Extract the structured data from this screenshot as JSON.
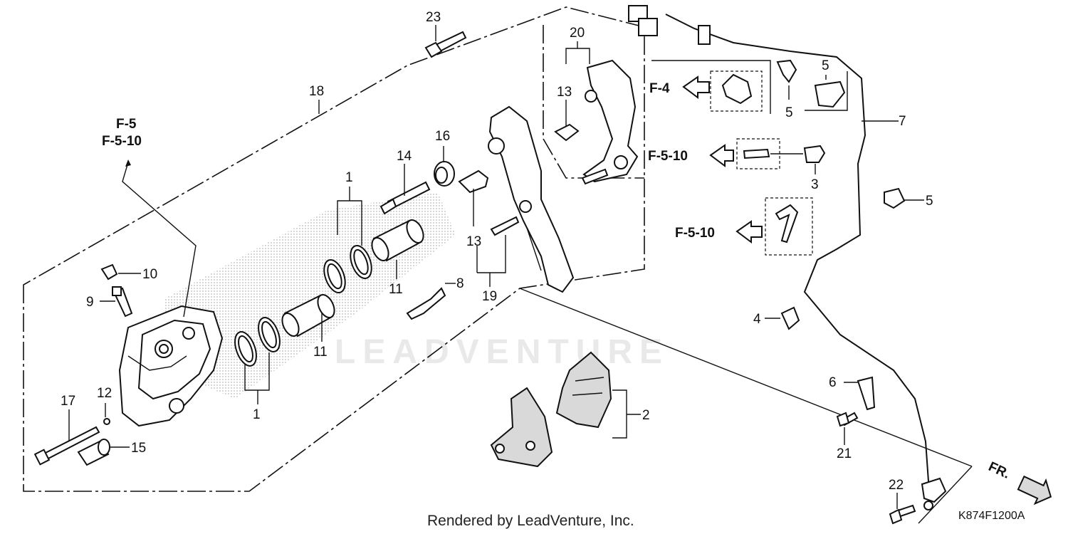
{
  "callouts": {
    "n1a": "1",
    "n1b": "1",
    "n2": "2",
    "n3": "3",
    "n4": "4",
    "n5a": "5",
    "n5b": "5",
    "n5c": "5",
    "n6": "6",
    "n7": "7",
    "n8": "8",
    "n9": "9",
    "n10": "10",
    "n11a": "11",
    "n11b": "11",
    "n12": "12",
    "n13a": "13",
    "n13b": "13",
    "n14": "14",
    "n15": "15",
    "n16": "16",
    "n17": "17",
    "n18": "18",
    "n19": "19",
    "n20": "20",
    "n21": "21",
    "n22": "22",
    "n23": "23"
  },
  "references": {
    "f5": "F-5",
    "f510_main": "F-5-10",
    "f4": "F-4",
    "f510_b": "F-5-10",
    "f510_c": "F-5-10"
  },
  "direction_label": "FR.",
  "watermark": "LEADVENTURE",
  "footer": "Rendered by LeadVenture, Inc.",
  "diagram_code": "K874F1200A"
}
